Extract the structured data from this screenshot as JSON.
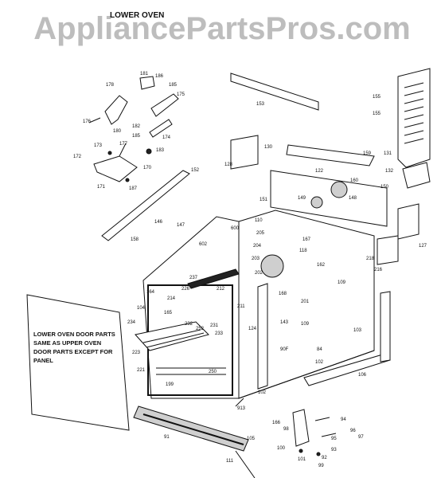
{
  "watermark": "AppliancePartsPros.com",
  "title": "LOWER OVEN",
  "note": "LOWER OVEN DOOR PARTS SAME AS UPPER OVEN DOOR PARTS EXCEPT FOR PANEL",
  "labels": [
    {
      "id": "l181",
      "text": "181"
    },
    {
      "id": "l186",
      "text": "186"
    },
    {
      "id": "l178",
      "text": "178"
    },
    {
      "id": "l185a",
      "text": "185"
    },
    {
      "id": "l175",
      "text": "175"
    },
    {
      "id": "l176",
      "text": "176"
    },
    {
      "id": "l182",
      "text": "182"
    },
    {
      "id": "l180",
      "text": "180"
    },
    {
      "id": "l185b",
      "text": "185"
    },
    {
      "id": "l174",
      "text": "174"
    },
    {
      "id": "l177",
      "text": "177"
    },
    {
      "id": "l183",
      "text": "183"
    },
    {
      "id": "l173",
      "text": "173"
    },
    {
      "id": "l172",
      "text": "172"
    },
    {
      "id": "l170",
      "text": "170"
    },
    {
      "id": "l171",
      "text": "171"
    },
    {
      "id": "l187",
      "text": "187"
    },
    {
      "id": "l152",
      "text": "152"
    },
    {
      "id": "l153",
      "text": "153"
    },
    {
      "id": "l155a",
      "text": "155"
    },
    {
      "id": "l155b",
      "text": "155"
    },
    {
      "id": "l131",
      "text": "131"
    },
    {
      "id": "l130",
      "text": "130"
    },
    {
      "id": "l128",
      "text": "128"
    },
    {
      "id": "l159",
      "text": "159"
    },
    {
      "id": "l132",
      "text": "132"
    },
    {
      "id": "l122",
      "text": "122"
    },
    {
      "id": "l160",
      "text": "160"
    },
    {
      "id": "l150",
      "text": "150"
    },
    {
      "id": "l151",
      "text": "151"
    },
    {
      "id": "l149",
      "text": "149"
    },
    {
      "id": "l148",
      "text": "148"
    },
    {
      "id": "l127",
      "text": "127"
    },
    {
      "id": "l146",
      "text": "146"
    },
    {
      "id": "l147",
      "text": "147"
    },
    {
      "id": "l110",
      "text": "110"
    },
    {
      "id": "l158",
      "text": "158"
    },
    {
      "id": "l600",
      "text": "600"
    },
    {
      "id": "l205",
      "text": "205"
    },
    {
      "id": "l602",
      "text": "602"
    },
    {
      "id": "l204",
      "text": "204"
    },
    {
      "id": "l167",
      "text": "167"
    },
    {
      "id": "l118",
      "text": "118"
    },
    {
      "id": "l203",
      "text": "203"
    },
    {
      "id": "l162",
      "text": "162"
    },
    {
      "id": "l218",
      "text": "218"
    },
    {
      "id": "l216",
      "text": "216"
    },
    {
      "id": "l202",
      "text": "202"
    },
    {
      "id": "l237",
      "text": "237"
    },
    {
      "id": "l226",
      "text": "226"
    },
    {
      "id": "l212",
      "text": "212"
    },
    {
      "id": "l109a",
      "text": "109"
    },
    {
      "id": "l164",
      "text": "164"
    },
    {
      "id": "l214",
      "text": "214"
    },
    {
      "id": "l104",
      "text": "104"
    },
    {
      "id": "l165",
      "text": "165"
    },
    {
      "id": "l211",
      "text": "211"
    },
    {
      "id": "l168",
      "text": "168"
    },
    {
      "id": "l201",
      "text": "201"
    },
    {
      "id": "l234",
      "text": "234"
    },
    {
      "id": "l232",
      "text": "232"
    },
    {
      "id": "l231",
      "text": "231"
    },
    {
      "id": "l143",
      "text": "143"
    },
    {
      "id": "l124",
      "text": "124"
    },
    {
      "id": "l109b",
      "text": "109"
    },
    {
      "id": "l103",
      "text": "103"
    },
    {
      "id": "l252",
      "text": "252"
    },
    {
      "id": "l233",
      "text": "233"
    },
    {
      "id": "l223",
      "text": "223"
    },
    {
      "id": "l90f",
      "text": "90F"
    },
    {
      "id": "l84",
      "text": "84"
    },
    {
      "id": "l221",
      "text": "221"
    },
    {
      "id": "l250",
      "text": "250"
    },
    {
      "id": "l102a",
      "text": "102"
    },
    {
      "id": "l106",
      "text": "106"
    },
    {
      "id": "l199",
      "text": "199"
    },
    {
      "id": "l102b",
      "text": "102"
    },
    {
      "id": "l913",
      "text": "913"
    },
    {
      "id": "l166",
      "text": "166"
    },
    {
      "id": "l94",
      "text": "94"
    },
    {
      "id": "l98",
      "text": "98"
    },
    {
      "id": "l96",
      "text": "96"
    },
    {
      "id": "l95",
      "text": "95"
    },
    {
      "id": "l97",
      "text": "97"
    },
    {
      "id": "l100",
      "text": "100"
    },
    {
      "id": "l93",
      "text": "93"
    },
    {
      "id": "l92",
      "text": "92"
    },
    {
      "id": "l101",
      "text": "101"
    },
    {
      "id": "l99",
      "text": "99"
    },
    {
      "id": "l91",
      "text": "91"
    },
    {
      "id": "l105",
      "text": "105"
    },
    {
      "id": "l111",
      "text": "111"
    }
  ]
}
